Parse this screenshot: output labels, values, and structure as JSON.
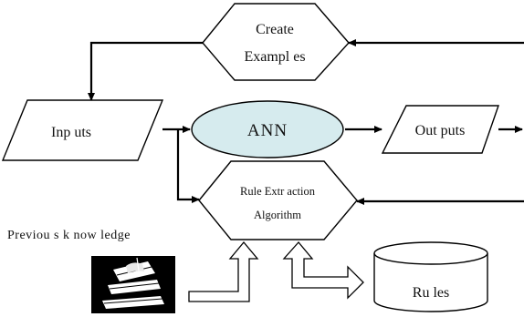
{
  "nodes": {
    "create_examples": {
      "line1": "Create",
      "line2": "Exampl es"
    },
    "inputs": {
      "label": "Inp uts"
    },
    "ann": {
      "label": "ANN"
    },
    "outputs": {
      "label": "Out puts"
    },
    "rule_extraction": {
      "line1": "Rule Extr action",
      "line2": "Algorithm"
    },
    "previous_knowledge": {
      "label": "Previou s k now ledge"
    },
    "rules": {
      "label": "Ru les"
    }
  },
  "colors": {
    "ann_fill": "#d6ebee",
    "stroke": "#000000",
    "background": "#ffffff"
  },
  "icons": {
    "books": "stack-of-books-icon"
  }
}
